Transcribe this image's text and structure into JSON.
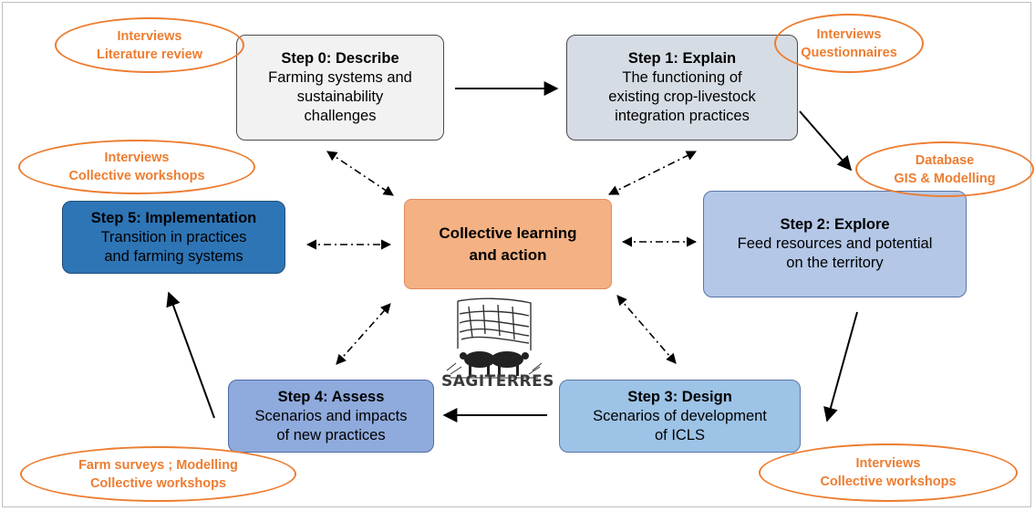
{
  "steps": {
    "step0": {
      "title": "Step 0: Describe",
      "lines": [
        "Farming systems and",
        "sustainability",
        "challenges"
      ]
    },
    "step1": {
      "title": "Step 1: Explain",
      "lines": [
        "The functioning of",
        "existing crop-livestock",
        "integration practices"
      ]
    },
    "step2": {
      "title": "Step 2: Explore",
      "lines": [
        "Feed resources and potential",
        "on the territory"
      ]
    },
    "step3": {
      "title": "Step 3: Design",
      "lines": [
        "Scenarios of development",
        "of ICLS"
      ]
    },
    "step4": {
      "title": "Step 4: Assess",
      "lines": [
        "Scenarios and impacts",
        "of new practices"
      ]
    },
    "step5": {
      "title": "Step 5: Implementation",
      "lines": [
        "Transition in practices",
        "and farming systems"
      ]
    }
  },
  "center": {
    "lines": [
      "Collective learning",
      "and action"
    ]
  },
  "methods": {
    "step0": [
      "Interviews",
      "Literature review"
    ],
    "step1": [
      "Interviews",
      "Questionnaires"
    ],
    "step2": [
      "Database",
      "GIS & Modelling"
    ],
    "step3": [
      "Interviews",
      "Collective workshops"
    ],
    "step4": [
      "Farm surveys ; Modelling",
      "Collective workshops"
    ],
    "step5": [
      "Interviews",
      "Collective workshops"
    ]
  },
  "logo": {
    "text": "SAGITERRES"
  },
  "colors": {
    "oval_border": "#ed7d31",
    "oval_text": "#ed7d31",
    "center_fill": "#f4b183",
    "step0_fill": "#f2f2f2",
    "step1_fill": "#d6dce4",
    "step2_fill": "#b4c7e7",
    "step3_fill": "#9dc3e6",
    "step4_fill": "#8faadc",
    "step5_fill": "#2e75b6"
  }
}
